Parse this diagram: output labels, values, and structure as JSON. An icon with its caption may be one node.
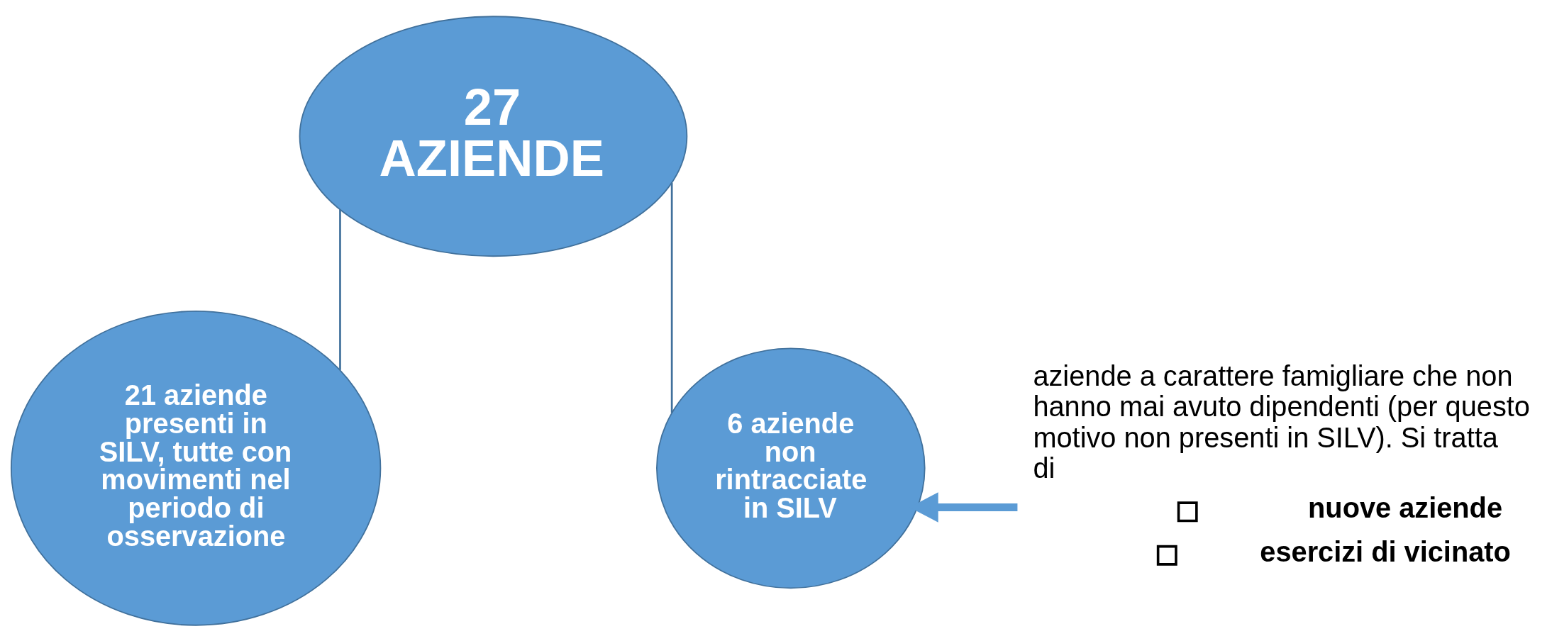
{
  "diagram": {
    "nodes": [
      {
        "text": [
          "27 AZIENDE"
        ]
      },
      {
        "text": [
          "21 aziende presenti in SILV, tutte con movimenti nel periodo di osservazione"
        ]
      },
      {
        "text": [
          "6 aziende non rintracciate in SILV"
        ]
      },
      {
        "text": [
          "aziende a carattere famigliare che non hanno mai avuto dipendenti (per questo motivo non presenti in SILV). Si tratta di",
          "nuove aziende",
          "esercizi di vicinato"
        ]
      }
    ],
    "edges": [
      {
        "from": 0,
        "to": 1,
        "arrow": "none"
      },
      {
        "from": 0,
        "to": 2,
        "arrow": "none"
      },
      {
        "from": 3,
        "to": 2,
        "arrow": "to",
        "style": "thick",
        "color": "#5b9bd5"
      }
    ]
  }
}
